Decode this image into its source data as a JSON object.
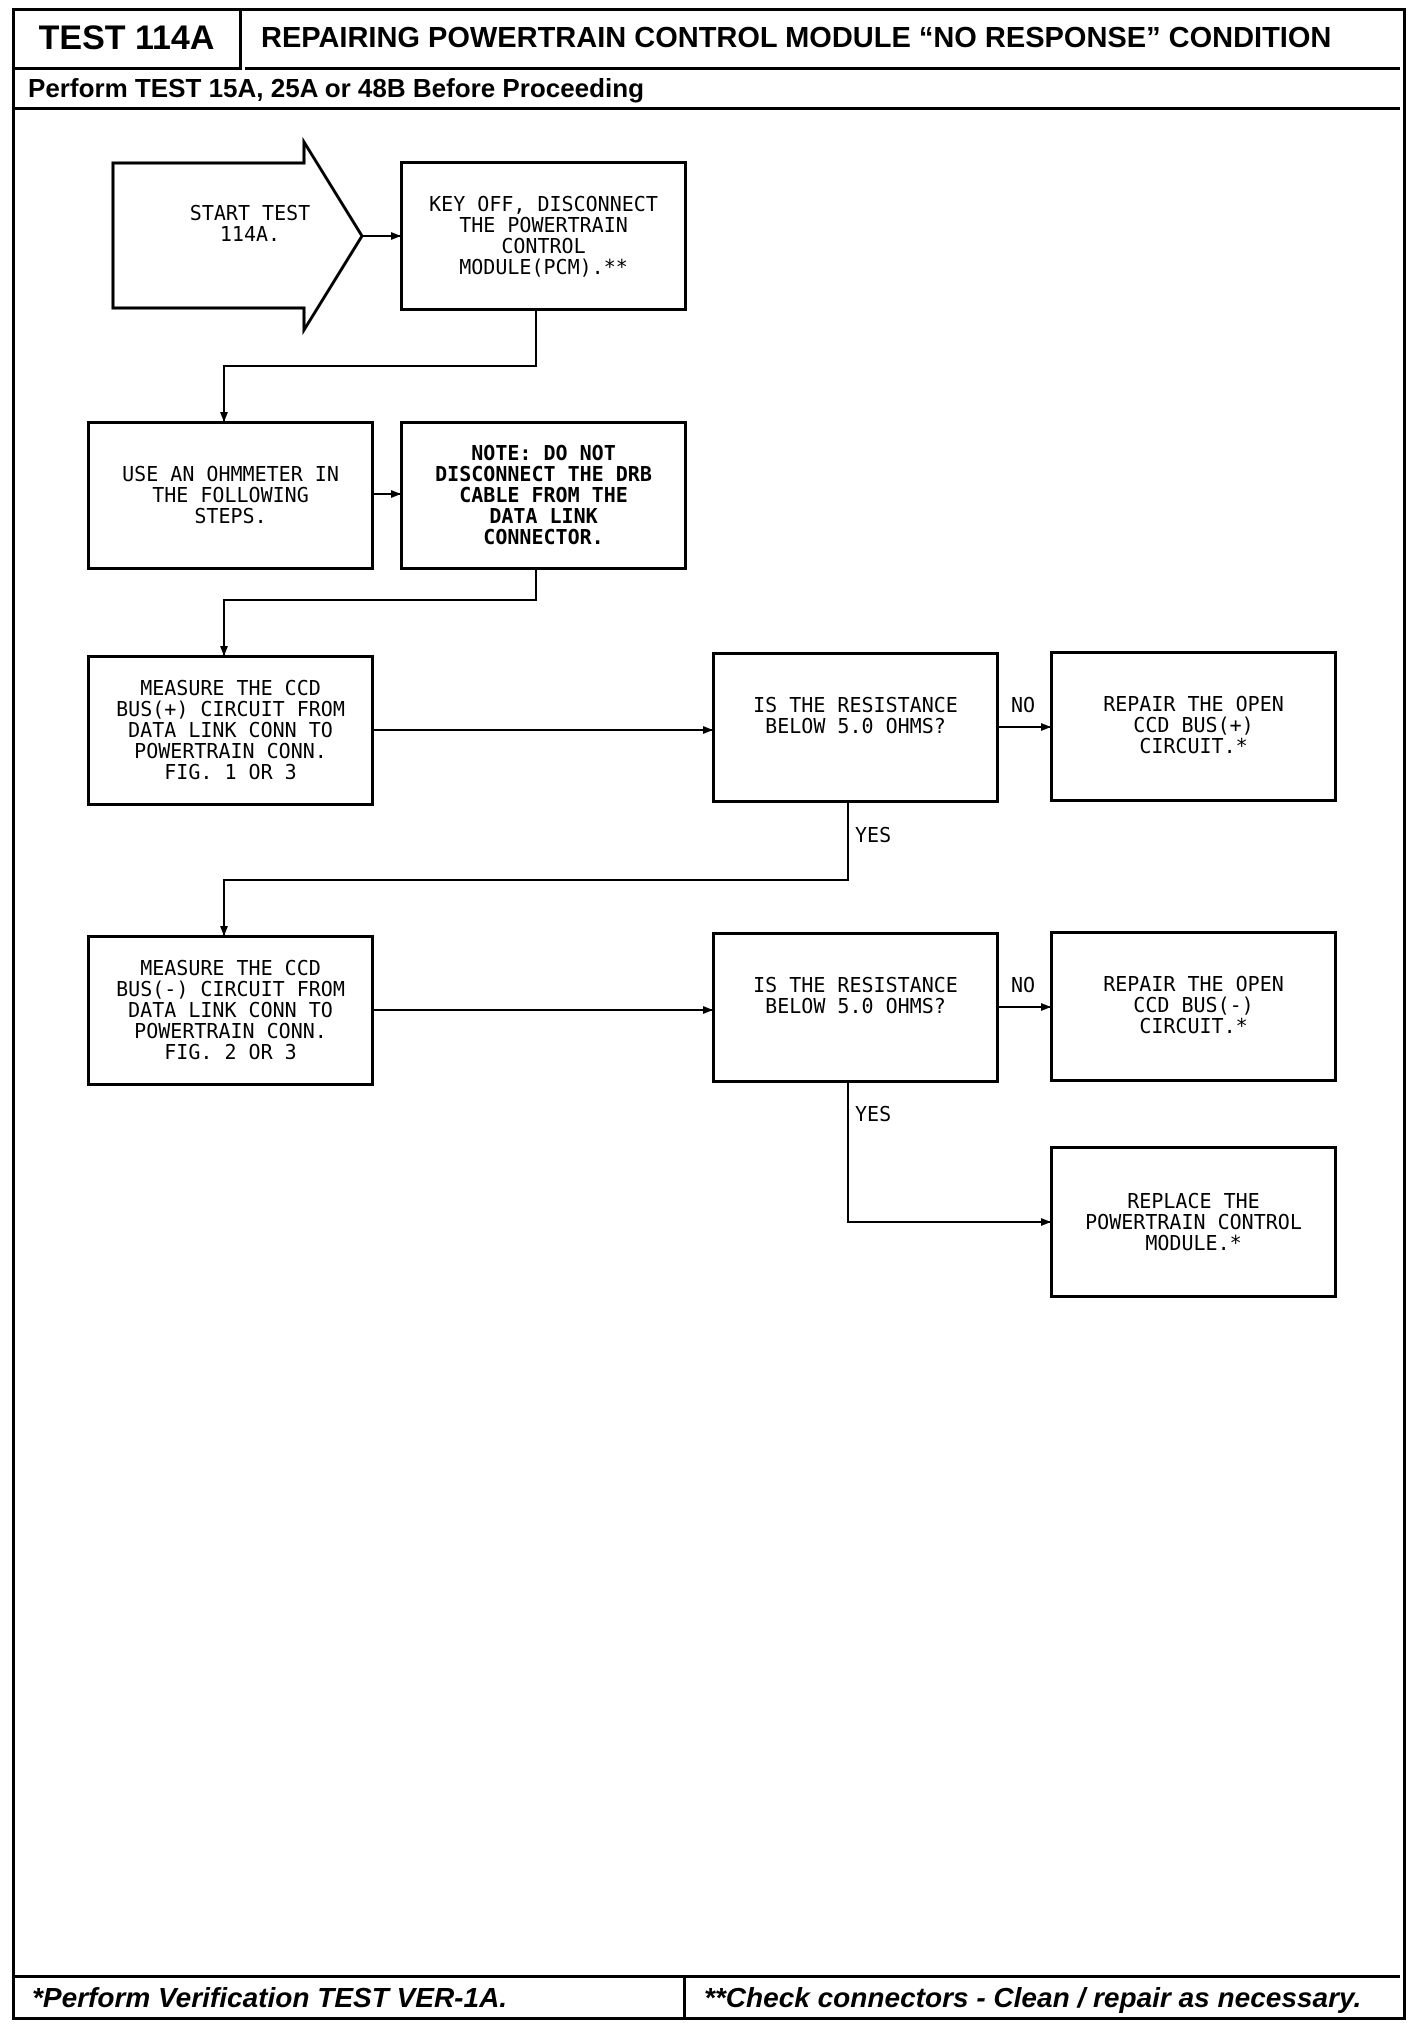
{
  "header": {
    "test_id": "TEST 114A",
    "title": "REPAIRING POWERTRAIN CONTROL MODULE “NO RESPONSE” CONDITION",
    "prerequisite": "Perform TEST 15A, 25A or 48B Before Proceeding"
  },
  "flow": {
    "start": "START TEST\n114A.",
    "step_disconnect": "KEY OFF, DISCONNECT\nTHE POWERTRAIN\nCONTROL\nMODULE(PCM).**",
    "step_ohmmeter": "USE AN OHMMETER IN\nTHE FOLLOWING\nSTEPS.",
    "note_drb": "NOTE: DO NOT\nDISCONNECT THE DRB\nCABLE FROM THE\nDATA LINK\nCONNECTOR.",
    "measure_plus": "MEASURE THE CCD\nBUS(+) CIRCUIT FROM\nDATA LINK CONN TO\nPOWERTRAIN CONN.\nFIG. 1 OR 3",
    "question_plus": "IS THE RESISTANCE\nBELOW 5.0 OHMS?",
    "repair_plus": "REPAIR THE OPEN\nCCD BUS(+)\nCIRCUIT.*",
    "measure_minus": "MEASURE THE CCD\nBUS(-) CIRCUIT FROM\nDATA LINK CONN TO\nPOWERTRAIN CONN.\nFIG. 2 OR 3",
    "question_minus": "IS THE RESISTANCE\nBELOW 5.0 OHMS?",
    "repair_minus": "REPAIR THE OPEN\nCCD BUS(-)\nCIRCUIT.*",
    "replace_pcm": "REPLACE THE\nPOWERTRAIN CONTROL\nMODULE.*",
    "label_no_1": "NO",
    "label_yes_1": "YES",
    "label_no_2": "NO",
    "label_yes_2": "YES"
  },
  "footer": {
    "note_single": "*Perform Verification TEST VER-1A.",
    "note_double": "**Check connectors - Clean / repair as necessary."
  }
}
